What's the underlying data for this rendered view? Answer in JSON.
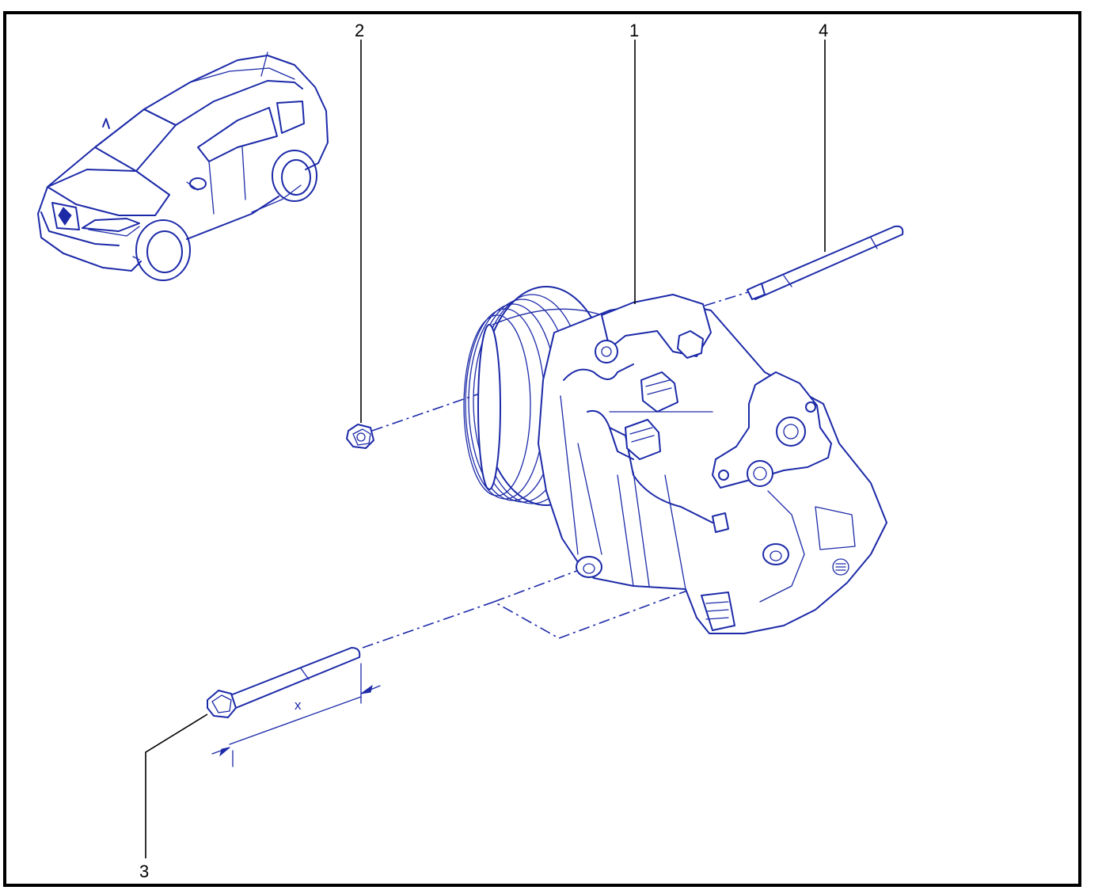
{
  "colors": {
    "ink": "#1c2aa8",
    "frame": "#000000",
    "background": "#ffffff"
  },
  "callouts": {
    "compressor": "1",
    "nut": "2",
    "bolt_long": "3",
    "stud": "4"
  },
  "dimension": {
    "label": "x"
  }
}
